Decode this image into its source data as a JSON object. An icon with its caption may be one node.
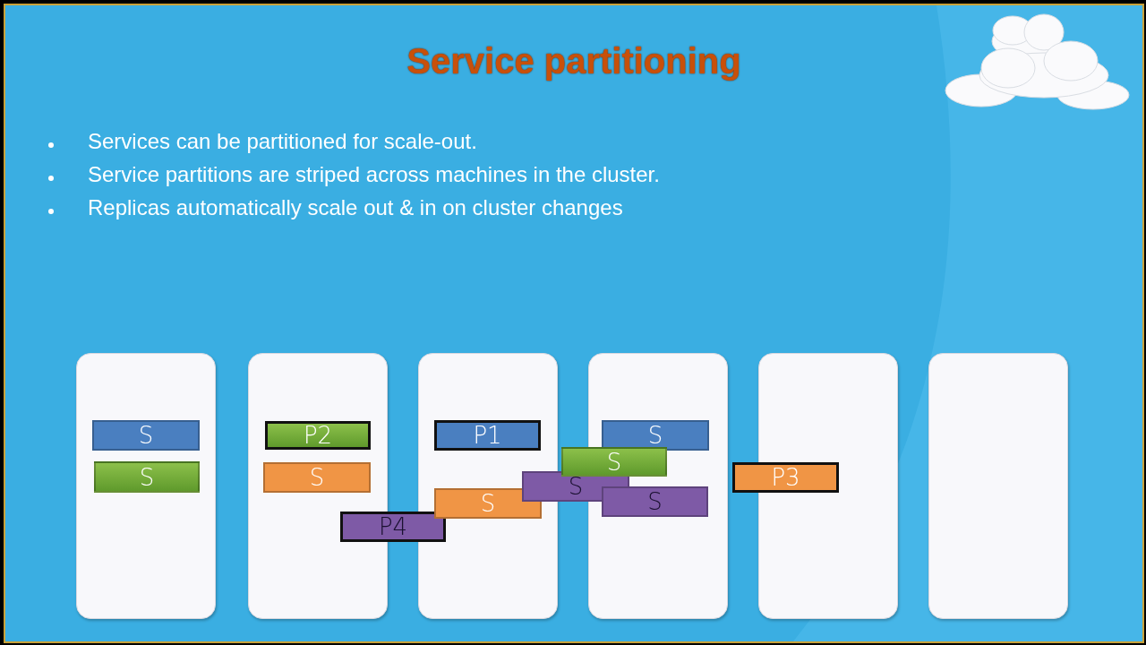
{
  "diagram": {
    "title": "Service partitioning",
    "nodes": [
      {
        "text": [],
        "shape": "box"
      },
      {
        "text": [
          "S"
        ],
        "in": 0
      },
      {
        "text": [
          "S"
        ],
        "in": 0
      },
      {
        "text": [],
        "shape": "box"
      },
      {
        "text": [
          "P2"
        ],
        "in": 3
      },
      {
        "text": [
          "S"
        ],
        "in": 3
      },
      {
        "text": [
          "P4"
        ]
      },
      {
        "text": [],
        "shape": "box"
      },
      {
        "text": [
          "P1"
        ],
        "in": 7
      },
      {
        "text": [
          "S"
        ],
        "in": 7
      },
      {
        "text": [
          "S"
        ]
      },
      {
        "text": [],
        "shape": "box"
      },
      {
        "text": [
          "S"
        ],
        "in": 11
      },
      {
        "text": [
          "S"
        ]
      },
      {
        "text": [
          "S"
        ],
        "in": 11
      },
      {
        "text": [],
        "shape": "box"
      },
      {
        "text": [
          "P3"
        ]
      },
      {
        "text": [],
        "shape": "box"
      }
    ],
    "edges": [],
    "labels": [
      "Services can be partitioned for scale-out.",
      "Service partitions are striped across machines in the cluster.",
      "Replicas automatically scale out & in on cluster changes"
    ]
  }
}
